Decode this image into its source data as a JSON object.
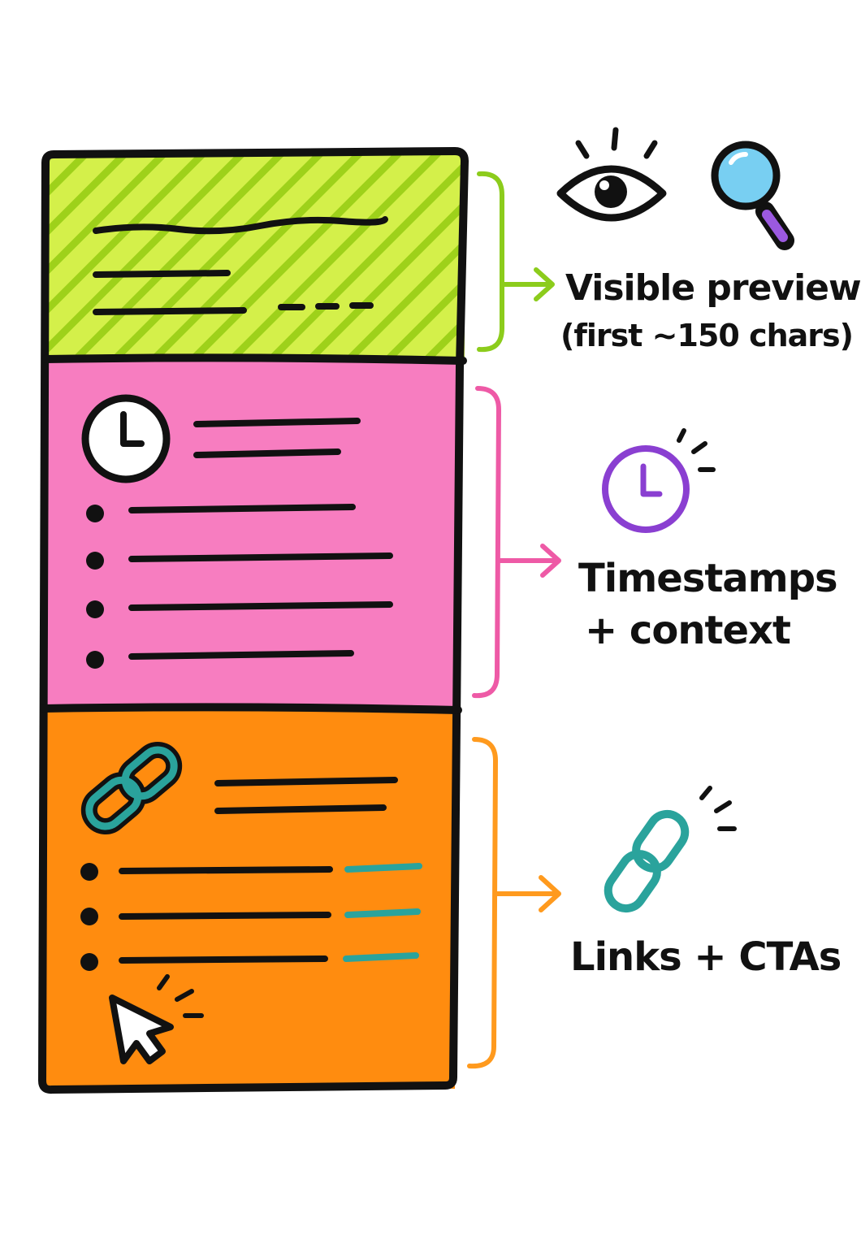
{
  "colors": {
    "ink": "#111111",
    "preview_green": "#d4f04a",
    "preview_stripe": "#9ed11a",
    "preview_bracket": "#8ccc1c",
    "timestamps_pink": "#f77dc0",
    "timestamps_bracket": "#ee5aa6",
    "links_orange": "#ff8c0f",
    "links_bracket": "#ff9a1e",
    "teal": "#2aa39c",
    "clock_purple": "#8a3fd1",
    "magnifier_blue": "#78cff2",
    "magnifier_handle": "#9b59e0"
  },
  "sections": [
    {
      "id": "preview",
      "label_line1": "Visible preview",
      "label_line2": "(first ~150 chars)",
      "icons": [
        "eye-icon",
        "magnifier-icon"
      ]
    },
    {
      "id": "timestamps",
      "label_line1": "Timestamps",
      "label_line2": "+ context",
      "icons": [
        "clock-icon"
      ]
    },
    {
      "id": "links",
      "label_line1": "Links + CTAs",
      "icons": [
        "chain-link-icon",
        "cursor-icon"
      ]
    }
  ]
}
